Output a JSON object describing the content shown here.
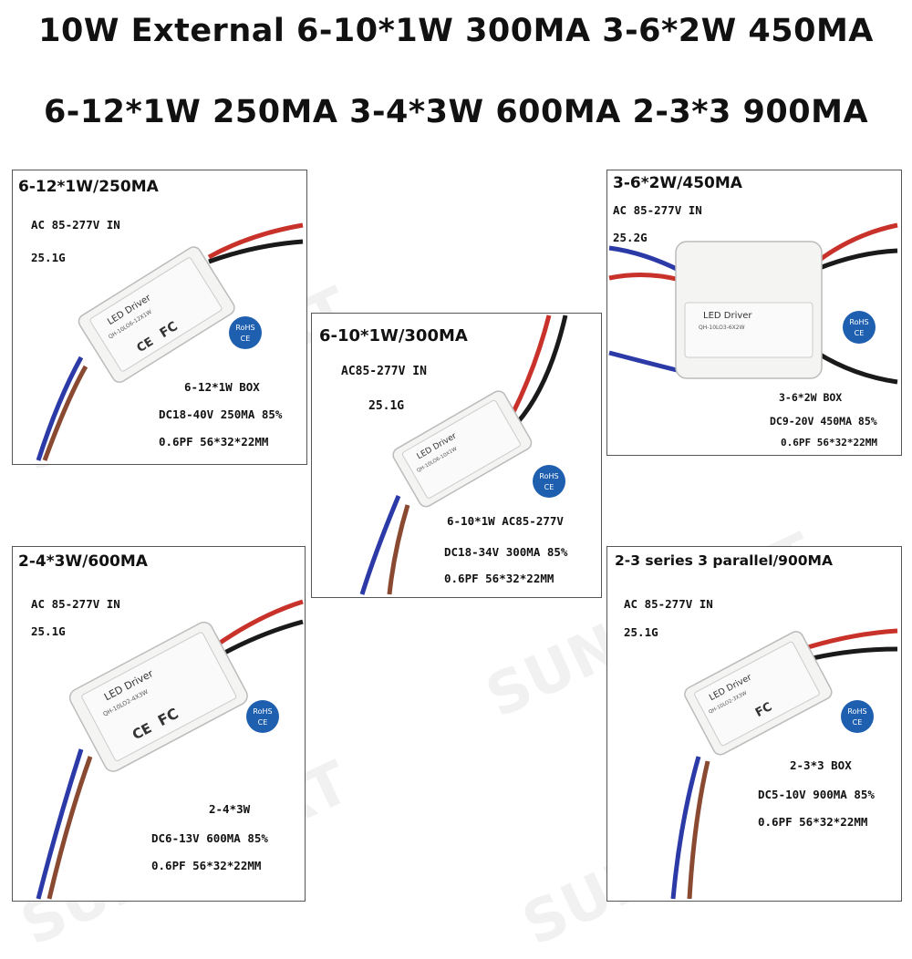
{
  "header": {
    "line1": "10W External 6-10*1W 300MA 3-6*2W 450MA",
    "line2": "6-12*1W 250MA 3-4*3W 600MA 2-3*3 900MA"
  },
  "watermark": "SUNSPURT",
  "panels": [
    {
      "id": "p1",
      "title": "6-12*1W/250MA",
      "input": "AC 85-277V IN",
      "weight": "25.1G",
      "box": "6-12*1W BOX",
      "spec": "DC18-40V 250MA 85%",
      "dims": "0.6PF 56*32*22MM",
      "label_brand": "LED Driver",
      "label_model": "QH-10LO6-12X1W"
    },
    {
      "id": "p2",
      "title": "3-6*2W/450MA",
      "input": "AC 85-277V IN",
      "weight": "25.2G",
      "box": "3-6*2W BOX",
      "spec": "DC9-20V 450MA 85%",
      "dims": "0.6PF 56*32*22MM",
      "label_brand": "LED Driver",
      "label_model": "QH-10LO3-6X2W"
    },
    {
      "id": "p3",
      "title": "6-10*1W/300MA",
      "input": "AC85-277V IN",
      "weight": "25.1G",
      "box": "6-10*1W AC85-277V",
      "spec": "DC18-34V 300MA 85%",
      "dims": "0.6PF 56*32*22MM",
      "label_brand": "LED Driver",
      "label_model": "QH-10LO6-10X1W"
    },
    {
      "id": "p4",
      "title": "2-4*3W/600MA",
      "input": "AC 85-277V IN",
      "weight": "25.1G",
      "box": "2-4*3W",
      "spec": "DC6-13V 600MA 85%",
      "dims": "0.6PF 56*32*22MM",
      "label_brand": "LED Driver",
      "label_model": "QH-10LO2-4X3W"
    },
    {
      "id": "p5",
      "title": "2-3 series 3 parallel/900MA",
      "input": "AC 85-277V IN",
      "weight": "25.1G",
      "box": "2-3*3 BOX",
      "spec": "DC5-10V 900MA 85%",
      "dims": "0.6PF 56*32*22MM",
      "label_brand": "LED Driver",
      "label_model": "QH-10LO2-3X3W"
    }
  ],
  "badges": {
    "rohs": "RoHS",
    "ce": "CE",
    "fc": "FC"
  },
  "colors": {
    "wire_red": "#c8322a",
    "wire_black": "#1a1a1a",
    "wire_blue": "#2c3aa8",
    "wire_brown": "#8a4a32",
    "rohs_blue": "#1f5fb0",
    "housing": "#f4f4f2"
  }
}
